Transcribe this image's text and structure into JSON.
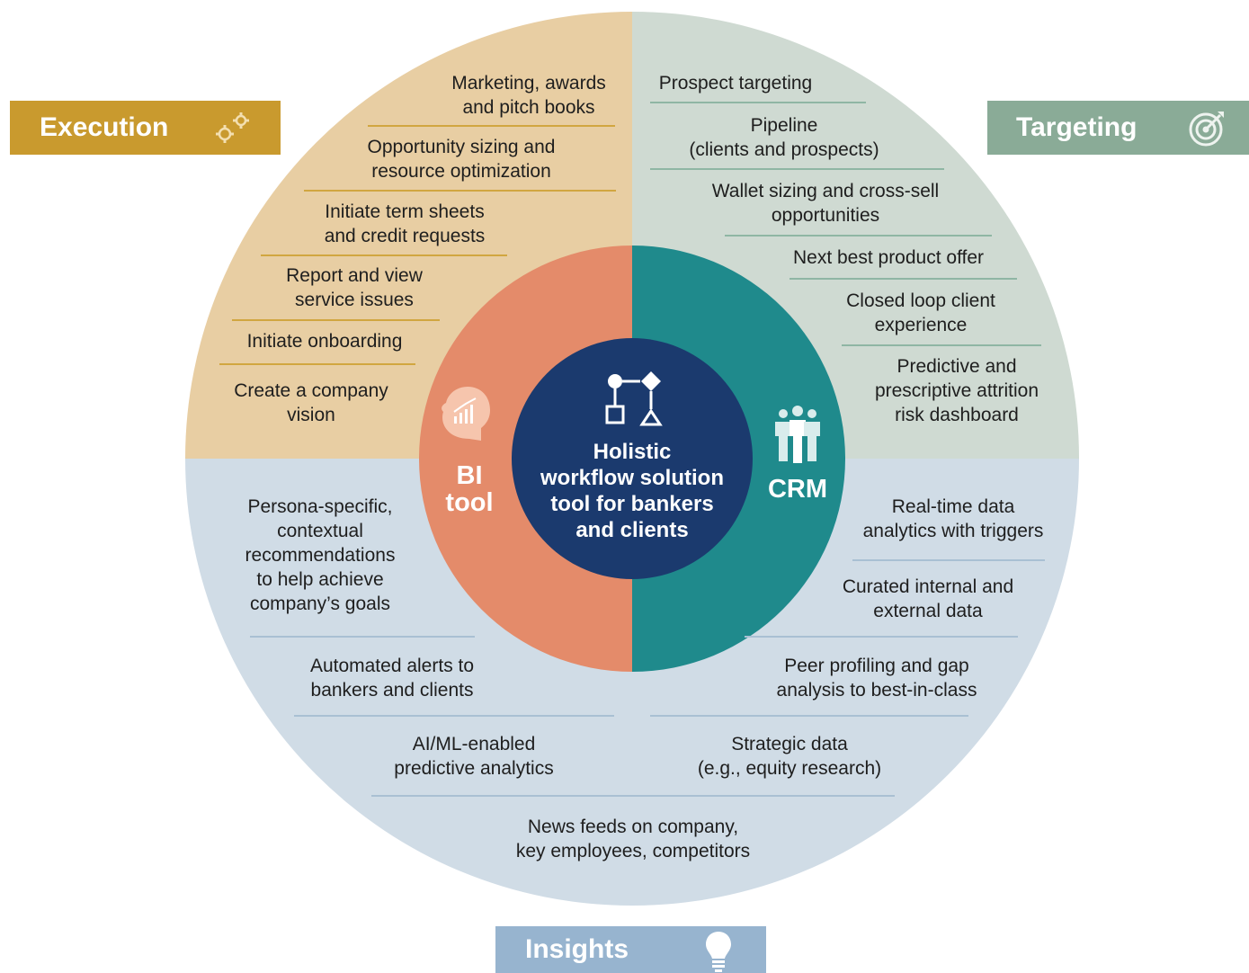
{
  "colors": {
    "execution_quadrant": "#e8cea3",
    "targeting_quadrant": "#cfdad2",
    "insights_half": "#d0dce6",
    "bi_ring": "#e48b6a",
    "crm_ring": "#1f8a8c",
    "center": "#1b3a6e",
    "execution_badge": "#c99a2e",
    "targeting_badge": "#8aab97",
    "insights_badge": "#97b4cf",
    "execution_rule": "#d1a640",
    "targeting_rule": "#8fb6a4",
    "insights_rule": "#a9c0d3"
  },
  "badges": {
    "execution": {
      "label": "Execution",
      "icon": "gears-icon"
    },
    "targeting": {
      "label": "Targeting",
      "icon": "target-icon"
    },
    "insights": {
      "label": "Insights",
      "icon": "lightbulb-icon"
    }
  },
  "center": {
    "icon": "workflow-icon",
    "title_lines": [
      "Holistic",
      "workflow solution",
      "tool for bankers",
      "and clients"
    ]
  },
  "ring": {
    "bi": {
      "label_lines": [
        "BI",
        "tool"
      ],
      "icon": "head-analytics-icon"
    },
    "crm": {
      "label": "CRM",
      "icon": "people-group-icon"
    }
  },
  "execution_items": [
    [
      "Marketing, awards",
      "and pitch books"
    ],
    [
      "Opportunity sizing and",
      "resource optimization"
    ],
    [
      "Initiate term sheets",
      "and credit requests"
    ],
    [
      "Report and view",
      "service issues"
    ],
    [
      "Initiate onboarding"
    ],
    [
      "Create a company",
      "vision"
    ]
  ],
  "targeting_items": [
    [
      "Prospect targeting"
    ],
    [
      "Pipeline",
      "(clients and prospects)"
    ],
    [
      "Wallet sizing and cross-sell",
      "opportunities"
    ],
    [
      "Next best product offer"
    ],
    [
      "Closed loop client",
      "experience"
    ],
    [
      "Predictive and",
      "prescriptive attrition",
      "risk dashboard"
    ]
  ],
  "insights_left_items": [
    [
      "Persona-specific,",
      "contextual",
      "recommendations",
      "to help achieve",
      "company’s goals"
    ],
    [
      "Automated alerts to",
      "bankers and clients"
    ],
    [
      "AI/ML-enabled",
      "predictive analytics"
    ]
  ],
  "insights_right_items": [
    [
      "Real-time data",
      "analytics with triggers"
    ],
    [
      "Curated internal and",
      "external data"
    ],
    [
      "Peer profiling and gap",
      "analysis to best-in-class"
    ],
    [
      "Strategic data",
      "(e.g., equity research)"
    ]
  ],
  "insights_bottom_item": [
    "News feeds on company,",
    "key employees, competitors"
  ]
}
